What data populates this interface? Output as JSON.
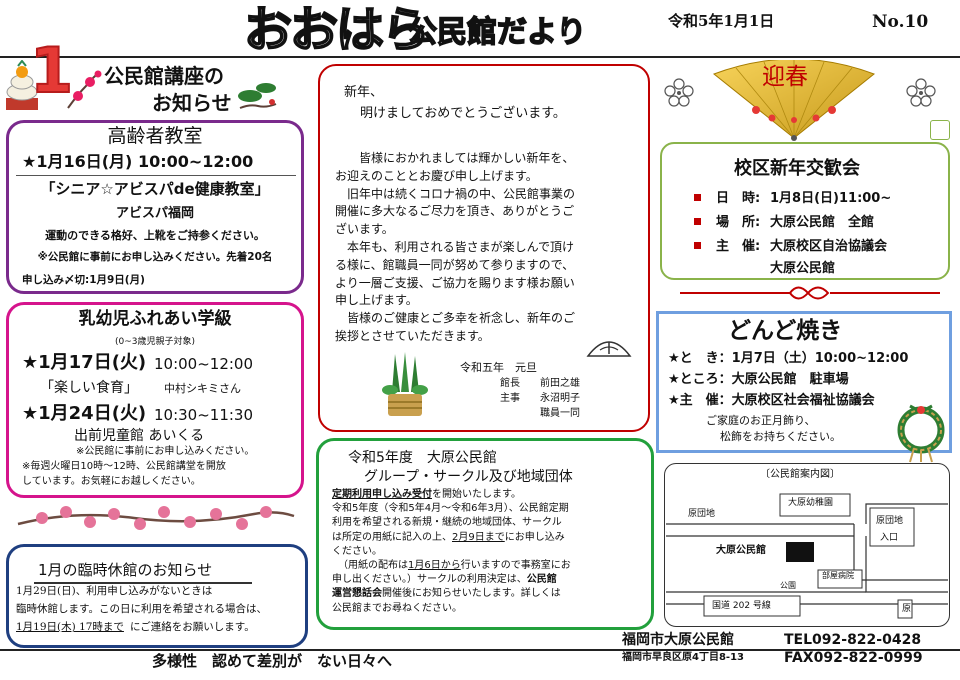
{
  "header": {
    "title_main": "おおはら",
    "title_sub": "公民館だより",
    "date": "令和5年1月1日",
    "issue_no": "No.10"
  },
  "lecture_heading": {
    "line1": "公民館講座の",
    "line2": "お知らせ",
    "month_num": "1"
  },
  "elderly_class": {
    "title": "高齢者教室",
    "datetime": "★1月16日(月) 10:00~12:00",
    "course": "「シニア☆アビスパde健康教室」",
    "instructor": "アビスパ福岡",
    "note1": "運動のできる格好、上靴をご持参ください。",
    "note2": "※公民館に事前にお申し込みください。先着20名",
    "deadline": "申し込み〆切:1月9日(月)"
  },
  "infant_class": {
    "title": "乳幼児ふれあい学級",
    "target": "(0~3歳児親子対象)",
    "s1_date": "★1月17日(火)",
    "s1_time": "10:00~12:00",
    "s1_topic": "「楽しい食育」",
    "s1_lecturer": "中村シキミさん",
    "s2_date": "★1月24日(火)",
    "s2_time": "10:30~11:30",
    "s2_topic": "出前児童館 あいくる",
    "note1": "※公民館に事前にお申し込みください。",
    "note2": "※毎週火曜日10時～12時、公民館講堂を開放",
    "note3": "しています。お気軽にお越しください。"
  },
  "closure": {
    "title": "1月の臨時休館のお知らせ",
    "line1": "1月29日(日)、利用申し込みがないときは",
    "line2": "臨時休館します。この日に利用を希望される場合は、",
    "line3a": "1月19日(木) 17時まで",
    "line3b": "にご連絡をお願いします。"
  },
  "greeting": {
    "line1": "新年、",
    "line2": "明けましておめでとうございます。",
    "body": [
      "皆様におかれましては輝かしい新年を、",
      "お迎えのこととお慶び申し上げます。",
      "旧年中は続くコロナ禍の中、公民館事業の",
      "開催に多大なるご尽力を頂き、ありがとうご",
      "ざいます。",
      "本年も、利用される皆さまが楽しんで頂け",
      "る様に、館職員一同が努めて参りますので、",
      "より一層ご支援、ご協力を賜ります様お願い",
      "申し上げます。",
      "皆様のご健康とご多幸を祈念し、新年のご",
      "挨拶とさせていただきます。"
    ],
    "sign_date": "令和五年　元旦",
    "sign_role1": "館長",
    "sign_name1": "前田之雄",
    "sign_role2": "主事",
    "sign_name2": "永沼明子",
    "sign_staff": "職員一同"
  },
  "fan_text": "迎春",
  "newyear_party": {
    "title": "校区新年交歓会",
    "row1_label": "日　時:",
    "row1_value": "1月8日(日)11:00~",
    "row2_label": "場　所:",
    "row2_value": "大原公民館　全館",
    "row3_label": "主　催:",
    "row3_value": "大原校区自治協議会",
    "row3_value2": "大原公民館"
  },
  "dondo": {
    "title": "どんど焼き",
    "row1": "★と　き：1月7日（土）10:00~12:00",
    "row2": "★ところ：大原公民館　駐車場",
    "row3": "★主　催：大原校区社会福祉協議会",
    "note1": "ご家庭のお正月飾り、",
    "note2": "松飾をお持ちください。"
  },
  "groups": {
    "title1": "令和5年度　大原公民館",
    "title2": "グループ・サークル及び地域団体",
    "p1a": "定期利用申し込み受付",
    "p1b": "を開始いたします。",
    "p2": [
      "令和5年度（令和5年4月～令和6年3月）、公民館定期",
      "利用を希望される新規・継続の地域団体、サークル",
      "は所定の用紙に記入の上、"
    ],
    "p2_deadline": "2月9日まで",
    "p2_end": "にお申し込み",
    "p2_last": "ください。",
    "p3": [
      "（用紙の配布は",
      "1月6日から",
      "行いますので事務室にお",
      "申し出ください。）サークルの利用決定は、"
    ],
    "p3_bold1": "公民館",
    "p3_bold2": "運営懇話会",
    "p3_tail1": "開催後にお知らせいたします。詳しくは",
    "p3_tail2": "公民館までお尋ねください。"
  },
  "map": {
    "title": "〔公民館案内図〕",
    "kindergarten": "大原幼稚園",
    "complex1": "原団地",
    "complex2": "原団地",
    "entrance": "入口",
    "hall": "大原公民館",
    "park": "公園",
    "hospital": "部屋病院",
    "road": "国道 202 号線",
    "bus": "原"
  },
  "footer": {
    "slogan": "多様性　認めて差別が　ない日々へ",
    "org": "福岡市大原公民館",
    "address": "福岡市早良区原4丁目8-13",
    "tel": "TEL092-822-0428",
    "fax": "FAX092-822-0999"
  },
  "colors": {
    "purple": "#7a2a8c",
    "magenta": "#d5148c",
    "navy": "#1f3f80",
    "red": "#c00000",
    "green": "#22a03c",
    "light_blue": "#6f9fe0",
    "olive_green": "#8ab34a"
  }
}
